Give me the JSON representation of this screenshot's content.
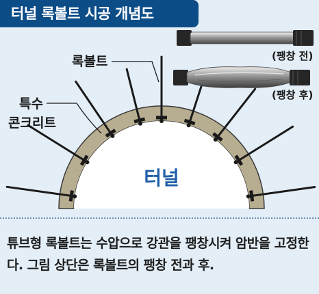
{
  "title": "터널 록볼트 시공 개념도",
  "labels": {
    "rock_bolt": "록볼트",
    "shotcrete_line1": "특수",
    "shotcrete_line2": "콘크리트",
    "tunnel": "터널",
    "before_expansion": "(팽창 전)",
    "after_expansion": "(팽창 후)"
  },
  "caption": "튜브형 록볼트는 수압으로 강관을 팽창시켜 암반을 고정한다. 그림 상단은 록볼트의 팽창 전과 후.",
  "colors": {
    "banner": "#0d4d87",
    "background": "#e4eef7",
    "lining": "#b7ad90",
    "lining_border": "#3a3a3a",
    "tunnel_interior": "#ffffff",
    "tunnel_text": "#1f5fa8",
    "bolt": "#1a1a1a"
  }
}
